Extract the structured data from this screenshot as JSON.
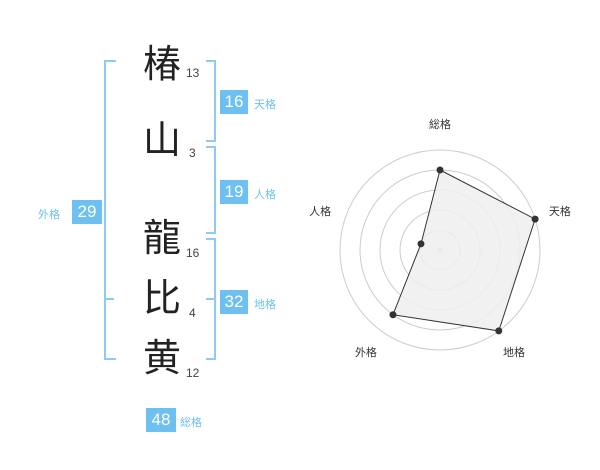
{
  "name": {
    "characters": [
      {
        "char": "椿",
        "strokes": "13"
      },
      {
        "char": "山",
        "strokes": "3"
      },
      {
        "char": "龍",
        "strokes": "16"
      },
      {
        "char": "比",
        "strokes": "4"
      },
      {
        "char": "黄",
        "strokes": "12"
      }
    ]
  },
  "kakusu": {
    "tenkaku": {
      "value": "16",
      "label": "天格"
    },
    "jinkaku": {
      "value": "19",
      "label": "人格"
    },
    "chikaku": {
      "value": "32",
      "label": "地格"
    },
    "gaikaku": {
      "value": "29",
      "label": "外格"
    },
    "soukaku": {
      "value": "48",
      "label": "総格"
    }
  },
  "chart_data": {
    "type": "radar",
    "axes": [
      "総格",
      "天格",
      "地格",
      "外格",
      "人格"
    ],
    "values": [
      4,
      5,
      5,
      4,
      1
    ],
    "max": 5,
    "rings": 5,
    "colors": {
      "fill": "#eeeeee",
      "line": "#333333",
      "grid": "#cccccc",
      "dot": "#333333"
    }
  }
}
